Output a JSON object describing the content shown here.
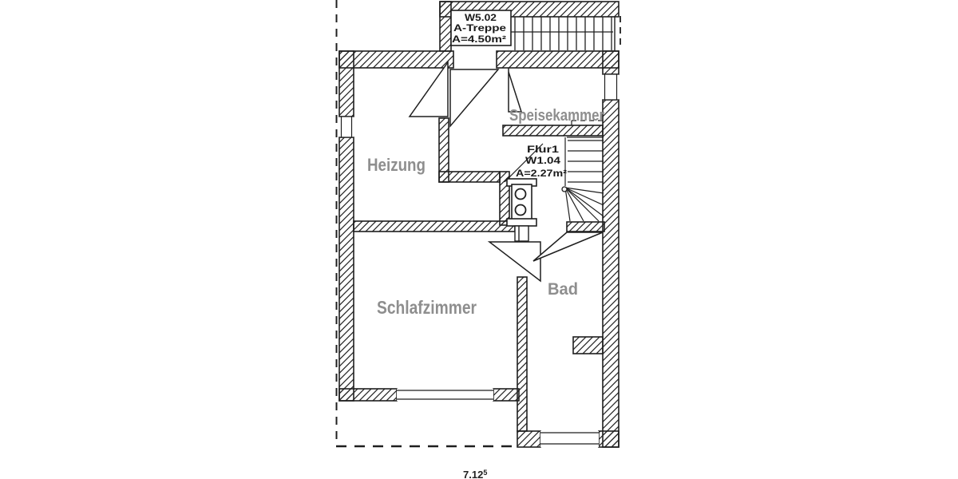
{
  "plan": {
    "title": "floor-plan",
    "rooms": {
      "heizung": "Heizung",
      "speisekammer": "Speisekammer",
      "schlafzimmer": "Schlafzimmer",
      "bad": "Bad"
    },
    "stairwell_box": {
      "unit": "W5.02",
      "name": "A-Treppe",
      "area": "A=4.50m²"
    },
    "flur": {
      "name": "Flur1",
      "unit": "W1.04",
      "area": "A=2.27m²"
    },
    "dimension": {
      "value": "7.12",
      "sup": "5"
    },
    "colors": {
      "line": "#1f1f1f",
      "hatch": "#2a2a2a",
      "room_label": "#8e8e8e",
      "annotation": "#1a1a1a",
      "background": "#ffffff"
    }
  }
}
